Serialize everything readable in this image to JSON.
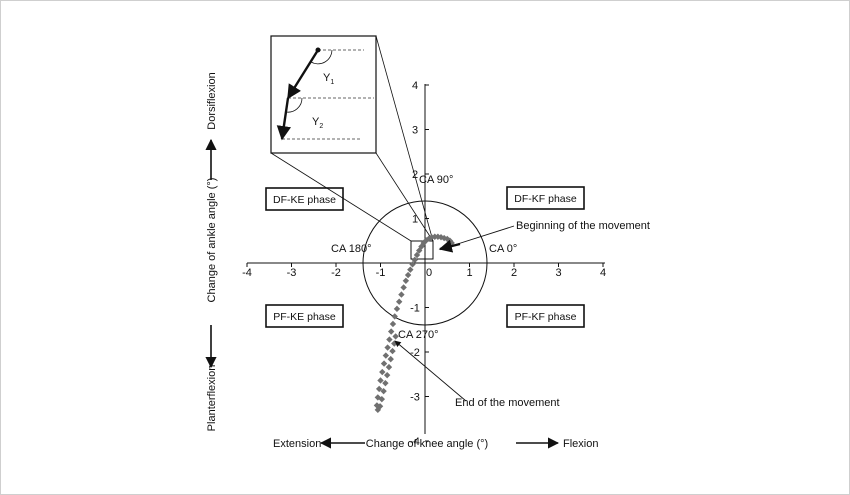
{
  "chart_data": {
    "type": "scatter",
    "xlabel": "Change of knee angle (°)",
    "ylabel": "Change of ankle angle (°)",
    "xlim": [
      -4,
      4
    ],
    "ylim": [
      -4,
      4
    ],
    "x_ticks": [
      -4,
      -3,
      -2,
      -1,
      0,
      1,
      2,
      3,
      4
    ],
    "y_ticks": [
      -4,
      -3,
      -2,
      -1,
      1,
      2,
      3,
      4
    ],
    "grid": false,
    "direction_labels": {
      "extension": "Extension",
      "flexion": "Flexion",
      "dorsiflexion": "Dorsiflexion",
      "planterflexion": "Planterflexion"
    },
    "phases": {
      "top_left": "DF-KE phase",
      "top_right": "DF-KF phase",
      "bottom_left": "PF-KE phase",
      "bottom_right": "PF-KF phase"
    },
    "circle": {
      "radius": 1.4,
      "labels": {
        "deg0": "CA 0°",
        "deg90": "CA 90°",
        "deg180": "CA 180°",
        "deg270": "CA 270°"
      }
    },
    "annotations": {
      "start": "Beginning of the movement",
      "end": "End of the movement"
    },
    "inset_labels": {
      "y1": "Y",
      "y1_sub": "1",
      "y2": "Y",
      "y2_sub": "2"
    },
    "points": [
      {
        "x": 0.6,
        "y": 0.45
      },
      {
        "x": 0.56,
        "y": 0.5
      },
      {
        "x": 0.5,
        "y": 0.54
      },
      {
        "x": 0.43,
        "y": 0.56
      },
      {
        "x": 0.36,
        "y": 0.58
      },
      {
        "x": 0.29,
        "y": 0.59
      },
      {
        "x": 0.22,
        "y": 0.59
      },
      {
        "x": 0.15,
        "y": 0.58
      },
      {
        "x": 0.09,
        "y": 0.55
      },
      {
        "x": 0.03,
        "y": 0.51
      },
      {
        "x": -0.03,
        "y": 0.45
      },
      {
        "x": -0.08,
        "y": 0.37
      },
      {
        "x": -0.13,
        "y": 0.28
      },
      {
        "x": -0.18,
        "y": 0.18
      },
      {
        "x": -0.23,
        "y": 0.07
      },
      {
        "x": -0.28,
        "y": -0.03
      },
      {
        "x": -0.33,
        "y": -0.15
      },
      {
        "x": -0.38,
        "y": -0.27
      },
      {
        "x": -0.43,
        "y": -0.4
      },
      {
        "x": -0.48,
        "y": -0.55
      },
      {
        "x": -0.53,
        "y": -0.71
      },
      {
        "x": -0.58,
        "y": -0.87
      },
      {
        "x": -0.63,
        "y": -1.03
      },
      {
        "x": -0.68,
        "y": -1.2
      },
      {
        "x": -0.72,
        "y": -1.37
      },
      {
        "x": -0.76,
        "y": -1.54
      },
      {
        "x": -0.8,
        "y": -1.72
      },
      {
        "x": -0.84,
        "y": -1.9
      },
      {
        "x": -0.88,
        "y": -2.08
      },
      {
        "x": -0.92,
        "y": -2.26
      },
      {
        "x": -0.96,
        "y": -2.45
      },
      {
        "x": -1.0,
        "y": -2.64
      },
      {
        "x": -1.03,
        "y": -2.83
      },
      {
        "x": -1.06,
        "y": -3.02
      },
      {
        "x": -1.08,
        "y": -3.2
      },
      {
        "x": -1.06,
        "y": -3.3
      },
      {
        "x": -1.01,
        "y": -3.22
      },
      {
        "x": -0.97,
        "y": -3.06
      },
      {
        "x": -0.93,
        "y": -2.88
      },
      {
        "x": -0.89,
        "y": -2.7
      },
      {
        "x": -0.85,
        "y": -2.52
      },
      {
        "x": -0.81,
        "y": -2.34
      },
      {
        "x": -0.77,
        "y": -2.16
      },
      {
        "x": -0.73,
        "y": -1.98
      },
      {
        "x": -0.69,
        "y": -1.81
      },
      {
        "x": -0.66,
        "y": -1.65
      }
    ],
    "start_point": {
      "x": 0.35,
      "y": 0.38
    },
    "colors": {
      "points": "#707070",
      "lines": "#111111"
    }
  }
}
